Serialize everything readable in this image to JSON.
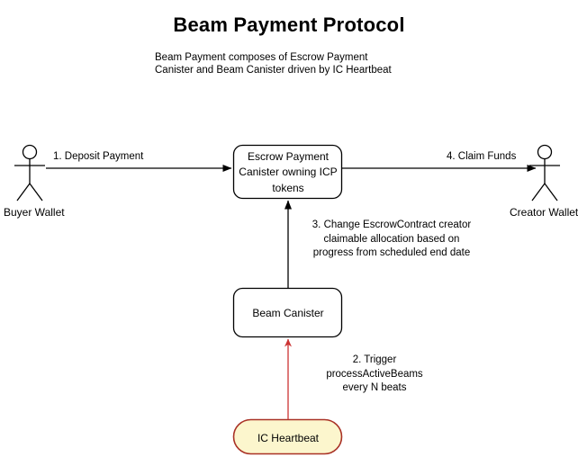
{
  "diagram": {
    "title": "Beam Payment Protocol",
    "subtitle": "Beam Payment composes of Escrow Payment\nCanister and Beam Canister driven by IC Heartbeat",
    "background_color": "#ffffff",
    "stroke_color": "#000000",
    "accent_color": "#cc3333",
    "heartbeat_fill": "#fcf6cd",
    "heartbeat_border": "#a93226"
  },
  "actors": [
    {
      "id": "buyer-wallet",
      "label": "Buyer Wallet"
    },
    {
      "id": "creator-wallet",
      "label": "Creator Wallet"
    }
  ],
  "nodes": [
    {
      "id": "escrow-payment-canister",
      "label": "Escrow Payment\nCanister owning ICP\ntokens",
      "shape": "rounded-rect",
      "fill": "#ffffff",
      "border": "#000000"
    },
    {
      "id": "beam-canister",
      "label": "Beam Canister",
      "shape": "rounded-rect",
      "fill": "#ffffff",
      "border": "#000000"
    },
    {
      "id": "ic-heartbeat",
      "label": "IC Heartbeat",
      "shape": "stadium",
      "fill": "#fcf6cd",
      "border": "#a93226"
    }
  ],
  "edges": [
    {
      "id": "step-1",
      "label": "1. Deposit Payment",
      "from": "buyer-wallet",
      "to": "escrow-payment-canister",
      "color": "#000000"
    },
    {
      "id": "step-2",
      "label": "2. Trigger\nprocessActiveBeams\nevery N beats",
      "from": "ic-heartbeat",
      "to": "beam-canister",
      "color": "#cc3333"
    },
    {
      "id": "step-3",
      "label": "3. Change EscrowContract creator\nclaimable allocation based on\nprogress from scheduled end date",
      "from": "beam-canister",
      "to": "escrow-payment-canister",
      "color": "#000000"
    },
    {
      "id": "step-4",
      "label": "4. Claim Funds",
      "from": "escrow-payment-canister",
      "to": "creator-wallet",
      "color": "#000000"
    }
  ]
}
